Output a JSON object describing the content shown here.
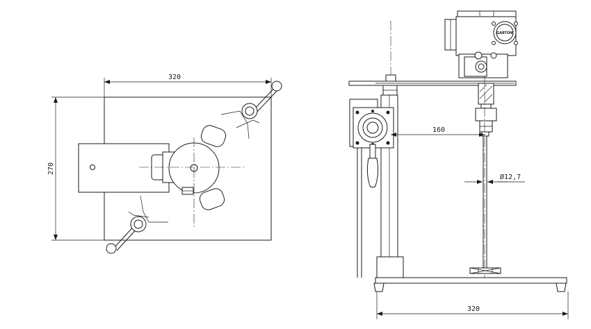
{
  "top_view": {
    "width_dimension": "320",
    "height_dimension": "270"
  },
  "side_view": {
    "arm_dimension": "160",
    "shaft_diameter": "Ø12,7",
    "base_dimension": "320",
    "motor_brand": "GARTON"
  },
  "colors": {
    "line": "#1a1a1a",
    "background": "#ffffff"
  }
}
